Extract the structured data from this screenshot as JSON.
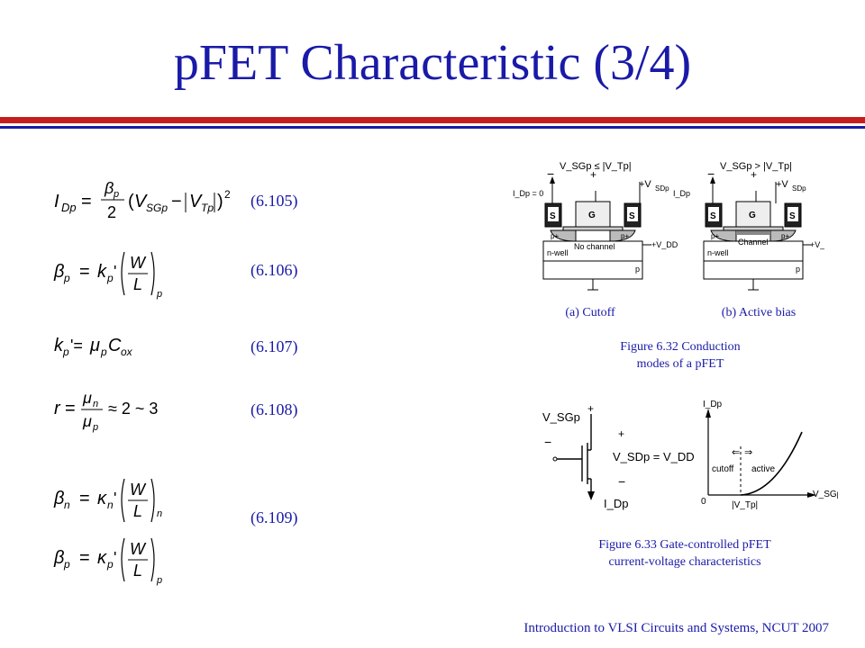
{
  "title": "pFET Characteristic (3/4)",
  "equations": [
    {
      "number": "(6.105)"
    },
    {
      "number": "(6.106)"
    },
    {
      "number": "(6.107)"
    },
    {
      "number": "(6.108)"
    },
    {
      "number": "(6.109)"
    }
  ],
  "figure_6_32": {
    "sub_a_label": "(a) Cutoff",
    "sub_b_label": "(b) Active bias",
    "caption_line1": "Figure 6.32 Conduction",
    "caption_line2": "modes of a pFET",
    "a": {
      "idp": "I_Dp = 0",
      "top": "V_SGp ≤ |V_Tp|",
      "s": "S",
      "g": "G",
      "region": "No channel",
      "pplus": "p+",
      "nwell": "n-well",
      "p": "p",
      "vdd": "+V_DD"
    },
    "b": {
      "idp": "I_Dp",
      "top": "V_SGp > |V_Tp|",
      "s": "S",
      "g": "G",
      "region": "Channel",
      "pplus": "p+",
      "nwell": "n-well",
      "p": "p",
      "vdd": "+V_DD"
    }
  },
  "figure_6_33": {
    "caption_line1": "Figure 6.33 Gate-controlled pFET",
    "caption_line2": "current-voltage characteristics",
    "vsgp": "V_SGp",
    "vsdp_eq": "V_SDp = V_DD",
    "idp": "I_Dp",
    "graph_y": "I_Dp",
    "graph_x": "V_SGp",
    "cutoff": "cutoff",
    "active": "active",
    "origin": "0",
    "vtp": "|V_Tp|"
  },
  "footer": "Introduction to VLSI Circuits and Systems, NCUT  2007"
}
